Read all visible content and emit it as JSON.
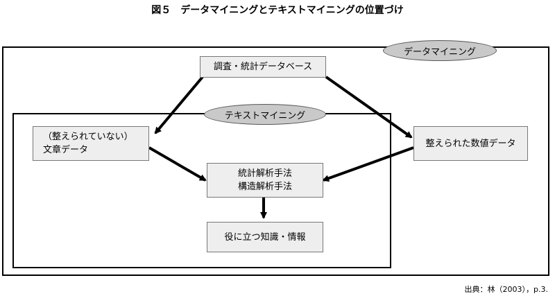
{
  "figure": {
    "title": "図５　データマイニングとテキストマイニングの位置づけ",
    "source": "出典：林（2003），p.3."
  },
  "labels": {
    "data_mining": "データマイニング",
    "text_mining": "テキストマイニング"
  },
  "nodes": {
    "database": "調査・統計データベース",
    "text_data_line1": "（整えられていない）",
    "text_data_line2": "文章データ",
    "numeric_data": "整えられた数値データ",
    "analysis_line1": "統計解析手法",
    "analysis_line2": "構造解析手法",
    "knowledge": "役に立つ知識・情報"
  }
}
